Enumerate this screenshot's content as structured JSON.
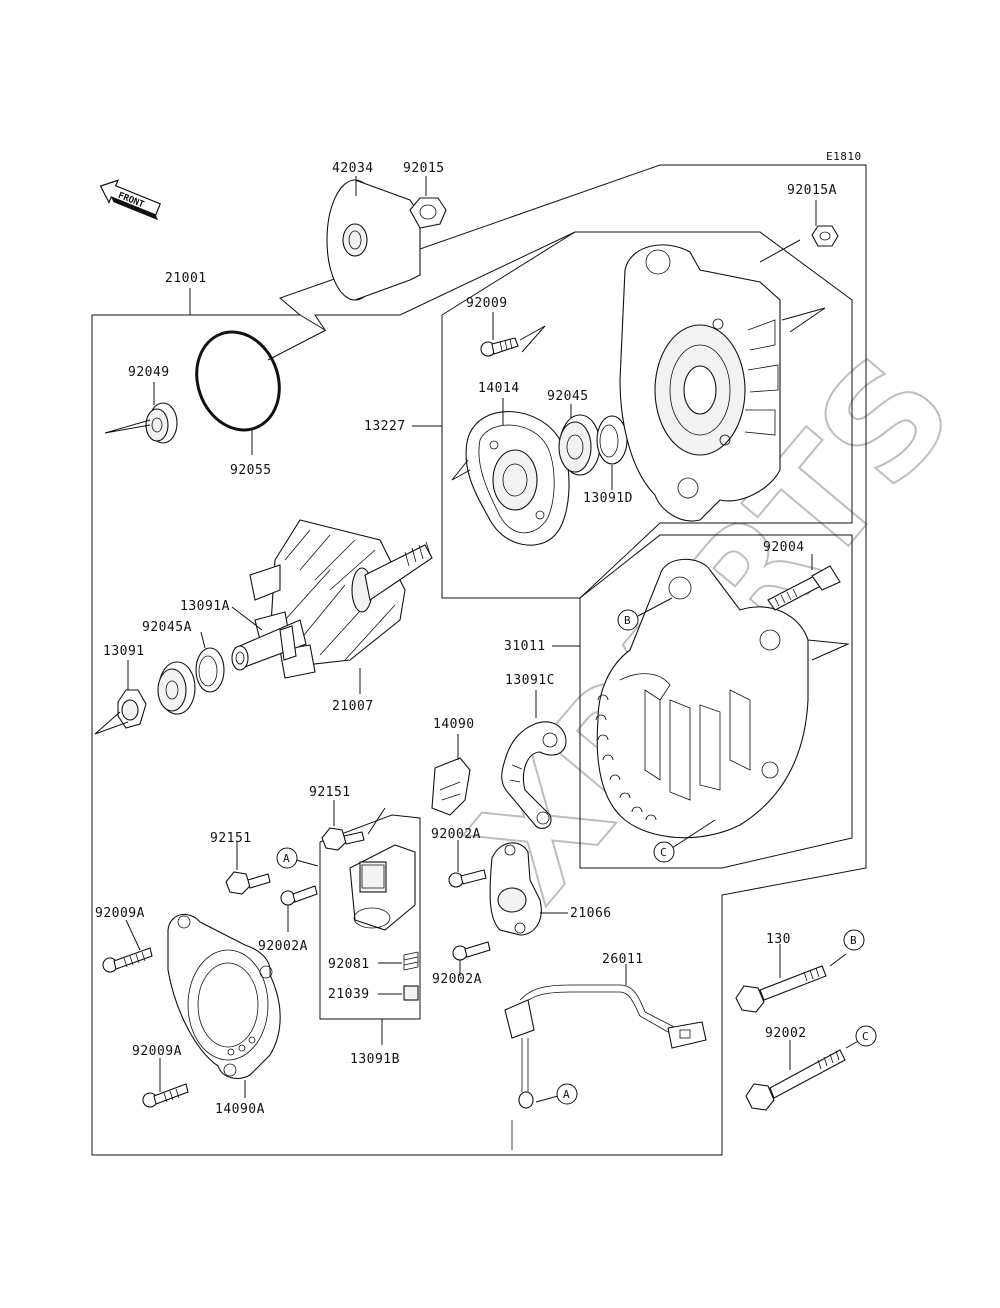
{
  "diagram": {
    "code": "E1810",
    "front_label": "FRONT",
    "watermark": "XPARTS",
    "part_labels": {
      "p42034": "42034",
      "p92015": "92015",
      "p92015A": "92015A",
      "p21001": "21001",
      "p92009": "92009",
      "p14014": "14014",
      "p92045": "92045",
      "p92049": "92049",
      "p92055": "92055",
      "p13227": "13227",
      "p13091D": "13091D",
      "p92004": "92004",
      "p13091A": "13091A",
      "p92045A": "92045A",
      "p13091": "13091",
      "p21007": "21007",
      "p31011": "31011",
      "p13091C": "13091C",
      "p14090": "14090",
      "p92151a": "92151",
      "p92151b": "92151",
      "p92002Aa": "92002A",
      "p21066": "21066",
      "p92009Aa": "92009A",
      "p92002Ab": "92002A",
      "p92081": "92081",
      "p21039": "21039",
      "p92002Ac": "92002A",
      "p26011": "26011",
      "p130": "130",
      "p92002": "92002",
      "p92009Ab": "92009A",
      "p14090A": "14090A",
      "p13091B": "13091B"
    },
    "refs": {
      "B1": "B",
      "C1": "C",
      "A1": "A",
      "A2": "A",
      "B2": "B",
      "C2": "C"
    }
  }
}
